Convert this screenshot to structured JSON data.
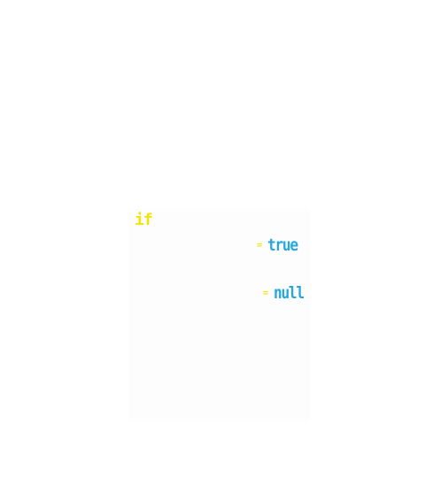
{
  "code": {
    "keyword_if": "if",
    "line1": {
      "operator": "=",
      "value": "true"
    },
    "line2": {
      "operator": "=",
      "value": "null"
    }
  },
  "colors": {
    "background": "#ffffff",
    "keyword": "#f3e500",
    "operator": "#f3e500",
    "literal": "#27a7df"
  }
}
